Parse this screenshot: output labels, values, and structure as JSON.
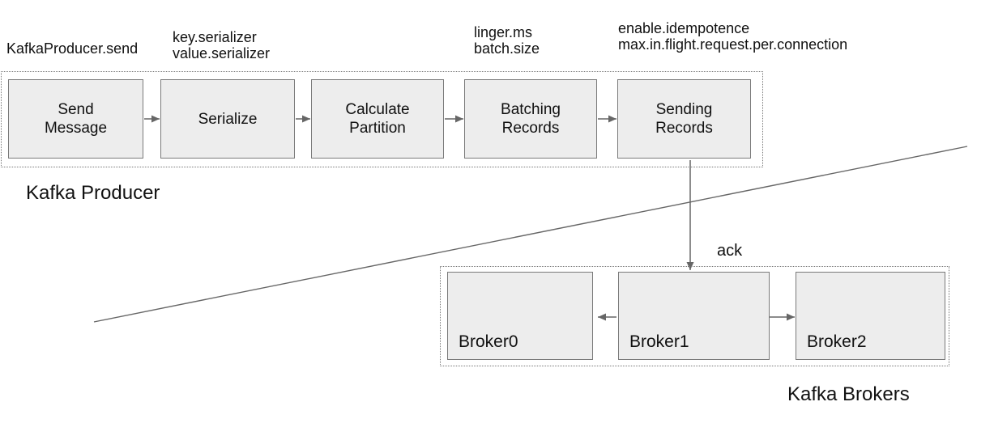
{
  "producer": {
    "section_label": "Kafka Producer",
    "steps": [
      {
        "label": "Send\nMessage"
      },
      {
        "label": "Serialize"
      },
      {
        "label": "Calculate\nPartition"
      },
      {
        "label": "Batching\nRecords"
      },
      {
        "label": "Sending\nRecords"
      }
    ],
    "configs": [
      {
        "lines": [
          "KafkaProducer.send"
        ]
      },
      {
        "lines": [
          "key.serializer",
          "value.serializer"
        ]
      },
      {
        "lines": [
          "linger.ms",
          "batch.size"
        ]
      },
      {
        "lines": [
          "enable.idempotence",
          "max.in.flight.request.per.connection"
        ]
      }
    ]
  },
  "connection": {
    "ack_label": "ack"
  },
  "brokers": {
    "section_label": "Kafka Brokers",
    "nodes": [
      {
        "label": "Broker0"
      },
      {
        "label": "Broker1"
      },
      {
        "label": "Broker2"
      }
    ]
  },
  "colors": {
    "box_fill": "#ededed",
    "box_border": "#7a7a7a",
    "line": "#666666",
    "dotted_border": "#777777",
    "text": "#111111"
  }
}
